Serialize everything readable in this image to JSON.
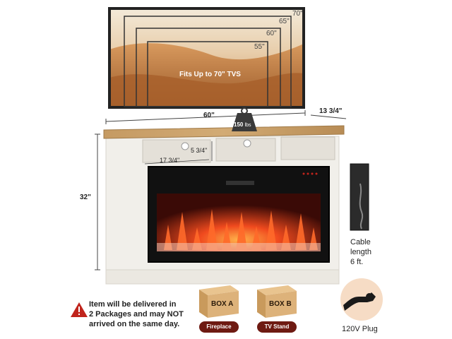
{
  "tv": {
    "sizes": [
      "70\"",
      "65\"",
      "60\"",
      "55\""
    ],
    "fits_caption": "Fits Up to 70\" TVS"
  },
  "dimensions": {
    "width": "60\"",
    "depth": "13 3/4\"",
    "height": "32\"",
    "shelf_width": "17 3/4\"",
    "shelf_height": "5 3/4\"",
    "weight_value": "150",
    "weight_unit": "lbs"
  },
  "cable": {
    "line1": "Cable",
    "line2": "length",
    "line3": "6 ft."
  },
  "plug_label": "120V Plug",
  "warning": {
    "line1": "Item will be delivered in",
    "line2": "2 Packages and may NOT",
    "line3": "arrived on the same day."
  },
  "boxes": [
    {
      "label": "BOX A",
      "caption": "Fireplace"
    },
    {
      "label": "BOX B",
      "caption": "TV Stand"
    }
  ],
  "colors": {
    "accent": "#6e1a12",
    "warning": "#c0241c",
    "wood": "#c8a06a",
    "stand": "#f1efea",
    "fire": "#e8361c"
  }
}
